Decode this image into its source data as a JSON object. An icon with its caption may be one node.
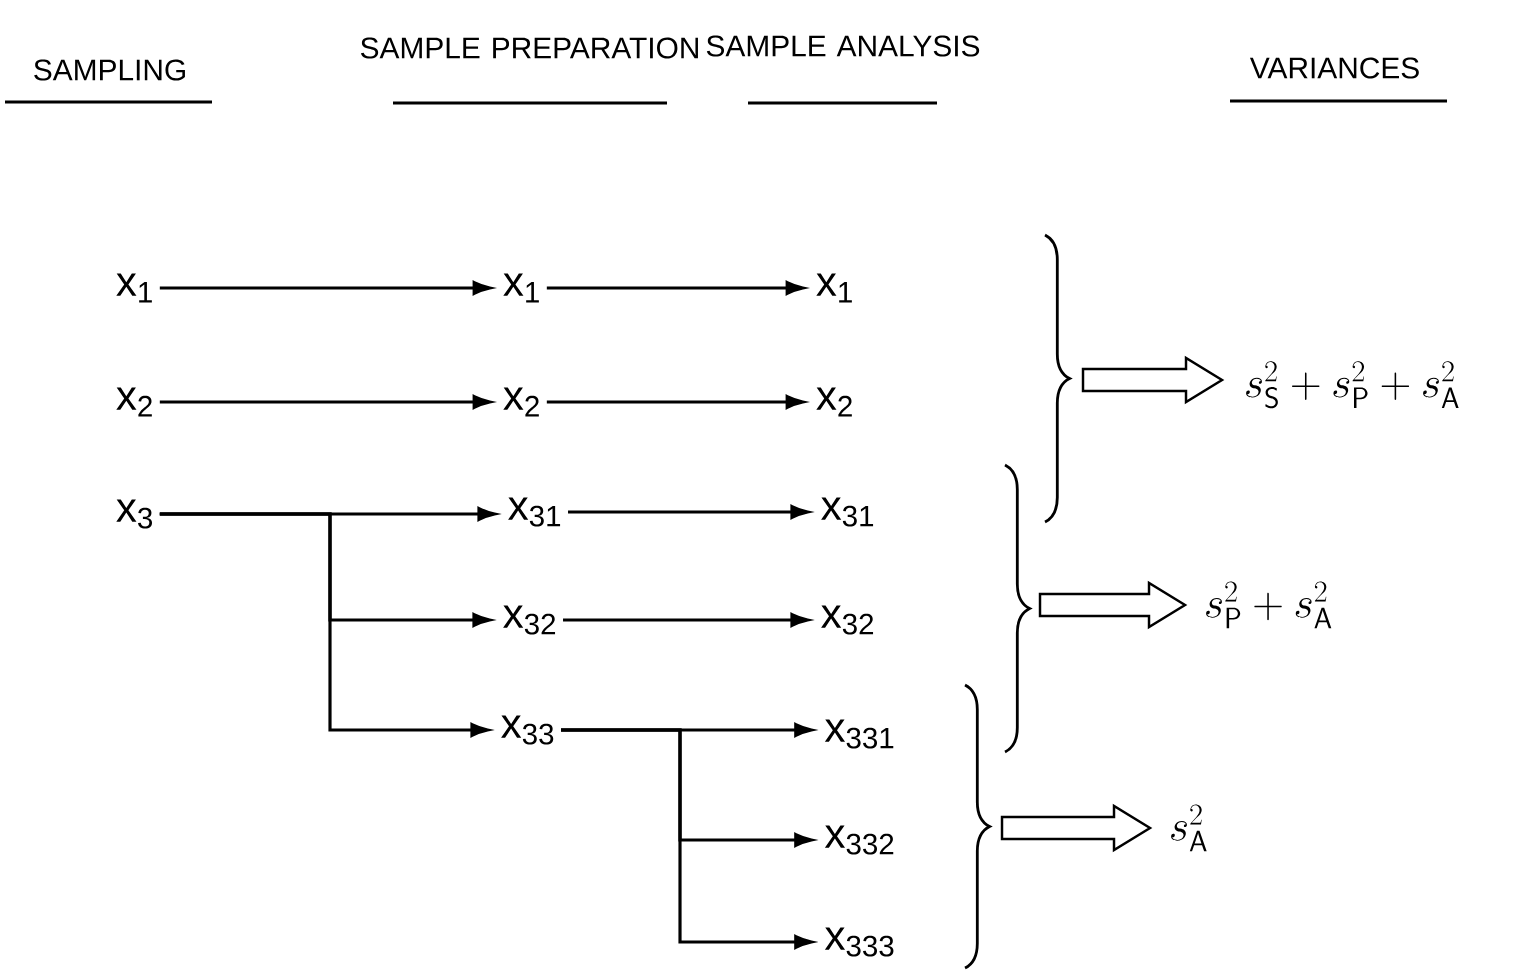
{
  "diagram": {
    "nodes": [
      {
        "text": [
          "x$_{1}$"
        ]
      },
      {
        "text": [
          "x$_{2}$"
        ]
      },
      {
        "text": [
          "x$_{3}$"
        ]
      },
      {
        "text": [
          "x$_{1}$"
        ]
      },
      {
        "text": [
          "x$_{2}$"
        ]
      },
      {
        "text": [
          "x$_{31}$"
        ]
      },
      {
        "text": [
          "x$_{32}$"
        ]
      },
      {
        "text": [
          "x$_{33}$"
        ]
      },
      {
        "text": [
          "x$_{1}$"
        ]
      },
      {
        "text": [
          "x$_{2}$"
        ]
      },
      {
        "text": [
          "x$_{31}$"
        ]
      },
      {
        "text": [
          "x$_{32}$"
        ]
      },
      {
        "text": [
          "x$_{331}$"
        ]
      },
      {
        "text": [
          "x$_{332}$"
        ]
      },
      {
        "text": [
          "x$_{333}$"
        ]
      },
      {
        "text": [
          "s_{\\mathsf{S}}^{2} + s_{\\mathsf{P}}^{2} + s_{\\mathsf{A}}^{2}"
        ]
      },
      {
        "text": [
          "s_{\\mathsf{P}}^{2} + s_{\\mathsf{A}}^{2}"
        ]
      },
      {
        "text": [
          "s_{\\mathsf{A}}^{2}"
        ]
      }
    ],
    "edges": [
      {
        "from": 0,
        "to": 3,
        "arrow": "to"
      },
      {
        "from": 1,
        "to": 4,
        "arrow": "to"
      },
      {
        "from": 2,
        "to": 5,
        "arrow": "to"
      },
      {
        "from": 2,
        "to": 6,
        "arrow": "to"
      },
      {
        "from": 2,
        "to": 7,
        "arrow": "to"
      },
      {
        "from": 3,
        "to": 8,
        "arrow": "to"
      },
      {
        "from": 4,
        "to": 9,
        "arrow": "to"
      },
      {
        "from": 5,
        "to": 10,
        "arrow": "to"
      },
      {
        "from": 6,
        "to": 11,
        "arrow": "to"
      },
      {
        "from": 7,
        "to": 12,
        "arrow": "to"
      },
      {
        "from": 7,
        "to": 13,
        "arrow": "to"
      },
      {
        "from": 7,
        "to": 14,
        "arrow": "to"
      },
      {
        "from": null,
        "to": 15,
        "arrow": "to"
      },
      {
        "from": null,
        "to": 16,
        "arrow": "to"
      },
      {
        "from": null,
        "to": 17,
        "arrow": "to"
      }
    ],
    "labels": [
      "SAMPLING",
      "SAMPLE PREPARATION",
      "SAMPLE ANALYSIS",
      "VARIANCES"
    ]
  }
}
